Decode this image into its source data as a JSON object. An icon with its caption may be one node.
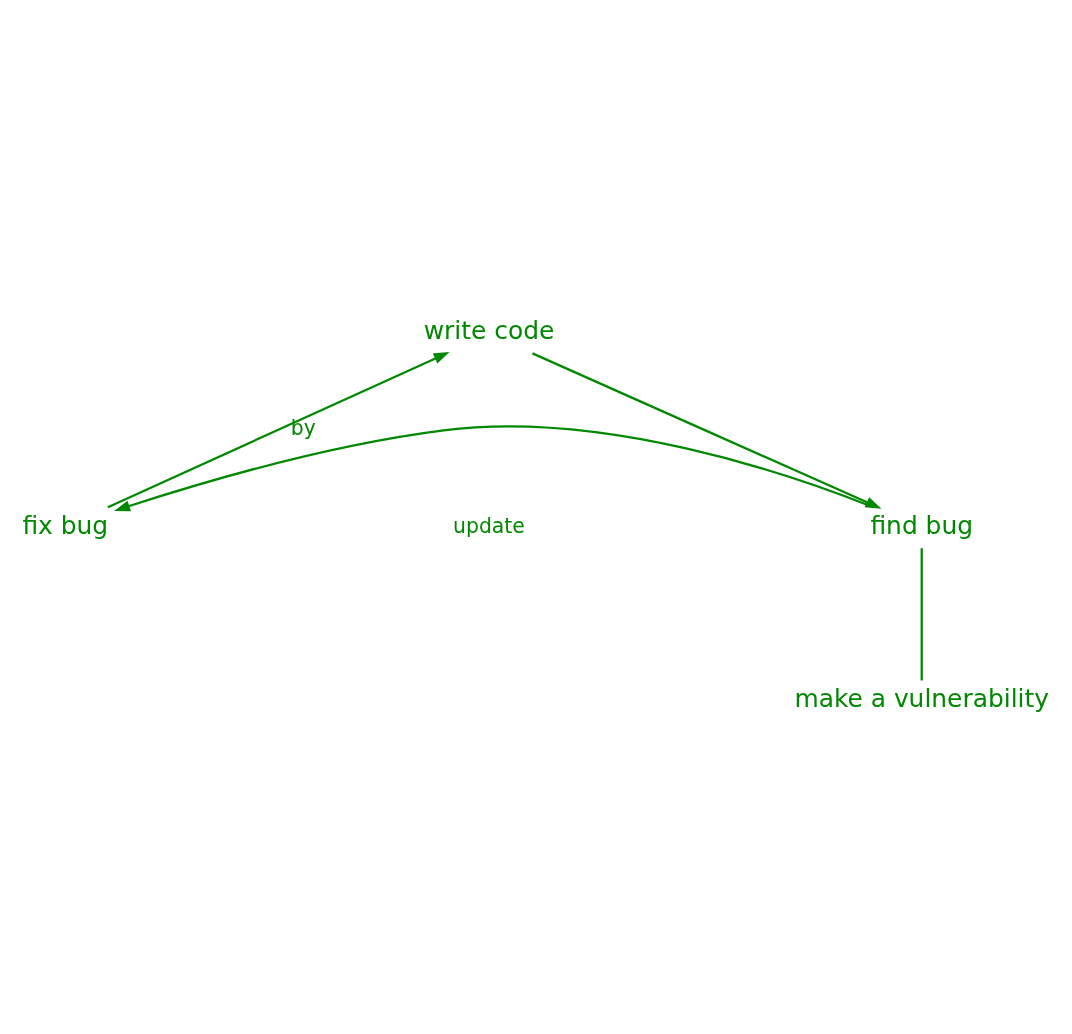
{
  "diagram": {
    "nodes": [
      {
        "text": [
          "write code"
        ]
      },
      {
        "text": [
          "fix bug"
        ]
      },
      {
        "text": [
          "find bug"
        ]
      },
      {
        "text": [
          "make a vulnerability"
        ]
      }
    ],
    "edges": [
      {
        "from": 0,
        "to": 2,
        "arrow": "to"
      },
      {
        "from": 2,
        "to": 1,
        "arrow": "to"
      },
      {
        "from": 1,
        "to": 0,
        "arrow": "to",
        "label": "by"
      },
      {
        "from": 2,
        "to": 3,
        "arrow": "none"
      }
    ],
    "labels": [
      "update"
    ]
  }
}
